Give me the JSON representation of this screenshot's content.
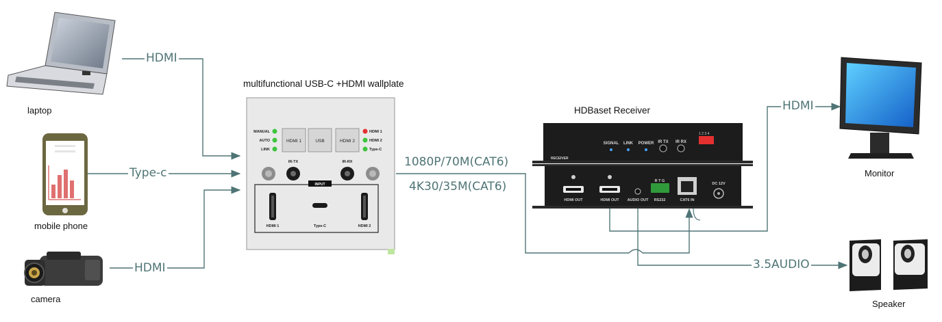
{
  "devices": {
    "laptop": "laptop",
    "mobile": "mobile phone",
    "camera": "camera",
    "monitor": "Monitor",
    "speaker": "Speaker"
  },
  "wallplate": {
    "title": "multifunctional USB-C +HDMI wallplate",
    "led_left": [
      "MANUAL",
      "AUTO",
      "LINK"
    ],
    "buttons": [
      "HDMI 1",
      "USB",
      "HDMI 2"
    ],
    "led_right": [
      "HDMI 1",
      "HDMI 2",
      "Type-C"
    ],
    "ir_tx": "IR-TX",
    "ir_rx": "IR-RX",
    "input": "INPUT",
    "ports": [
      "HDMI 1",
      "Type-C",
      "HDMI 2"
    ],
    "led_colors": {
      "green": "#3ec43e",
      "red": "#e53030"
    }
  },
  "receiver": {
    "title": "HDBaset Receiver",
    "front_labels": [
      "SIGNAL",
      "LINK",
      "POWER",
      "IR TX",
      "IR RX"
    ],
    "dip": "1 2 3 4",
    "model": "RECEIVER",
    "rear_labels": [
      "HDMI OUT",
      "HDMI OUT",
      "AUDIO OUT",
      "RS232",
      "CAT6 IN",
      "DC 12V"
    ],
    "rs232_pins": "R T G"
  },
  "connections": {
    "laptop": "HDMI",
    "mobile": "Type-c",
    "camera": "HDMI",
    "cat6_line1": "1080P/70M(CAT6)",
    "cat6_line2": "4K30/35M(CAT6)",
    "monitor": "HDMI",
    "audio": "3.5AUDIO"
  },
  "colors": {
    "line": "#4f7475",
    "device_dark": "#1c1c1c",
    "plate": "#e9e9e9"
  }
}
